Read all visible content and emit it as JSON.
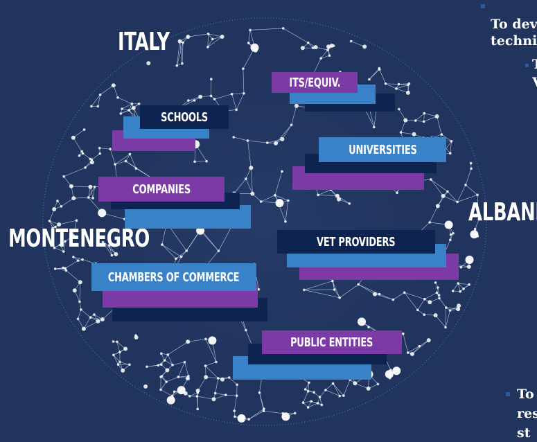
{
  "countries": {
    "italy": "ITALY",
    "montenegro": "MONTENEGRO",
    "albania": "ALBANIA"
  },
  "labels": {
    "its": "ITS/EQUIV.",
    "schools": "SCHOOLS",
    "universities": "UNIVERSITIES",
    "companies": "COMPANIES",
    "vet": "VET PROVIDERS",
    "chambers": "CHAMBERS OF COMMERCE",
    "public": "PUBLIC ENTITIES"
  },
  "side_text": {
    "line1": "To dev",
    "line2": "techni",
    "line3": "T",
    "line4": "V",
    "line5": "To",
    "line6": "res",
    "line7": "st"
  },
  "colors": {
    "background": "#21345e",
    "purple": "#7b3aa6",
    "blue": "#3a82c8",
    "navy": "#0d2450"
  }
}
